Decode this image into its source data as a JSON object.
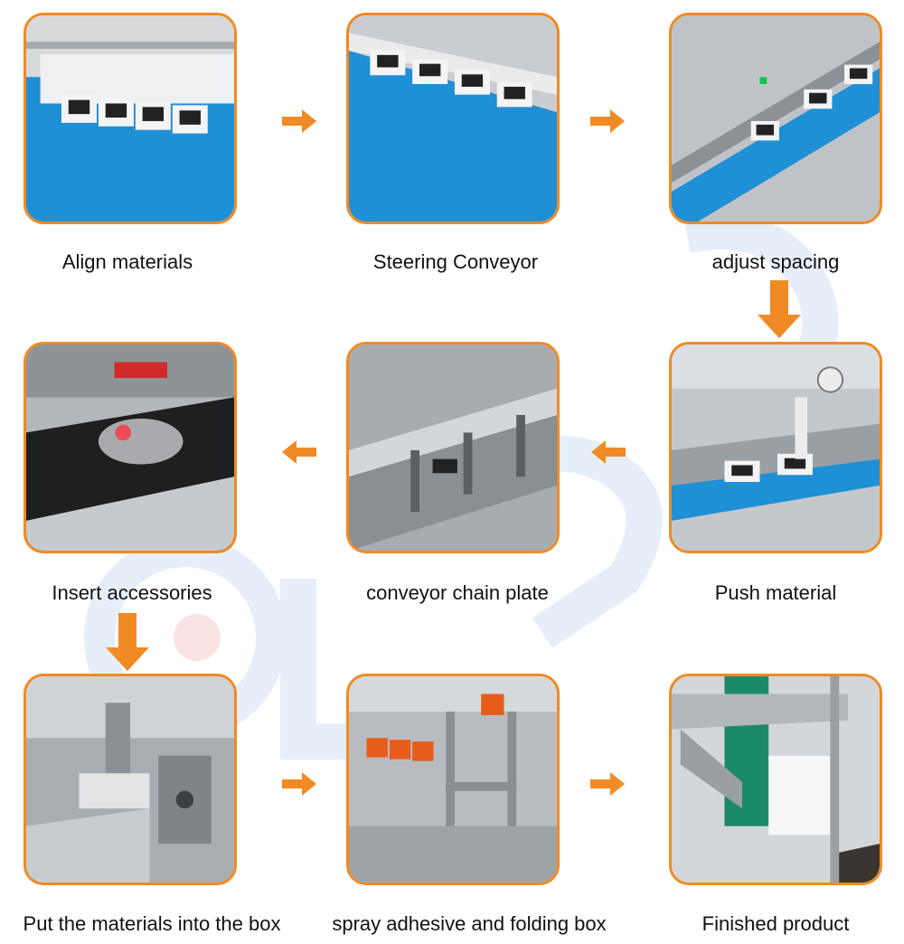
{
  "colors": {
    "accent": "#f08a24",
    "caption_text": "#111111",
    "conveyor_blue": "#1f8fd6",
    "steel": "#b8bcc0",
    "dark_steel": "#5f6468",
    "watermark": "#e6eefa"
  },
  "steps": [
    {
      "caption": "Align materials",
      "photo": "blue conveyor with aligned switch housings"
    },
    {
      "caption": "Steering Conveyor",
      "photo": "blue conveyor turning housings"
    },
    {
      "caption": "adjust spacing",
      "photo": "lug chain spacing housings"
    },
    {
      "caption": "Push material",
      "photo": "pusher arms over conveyor"
    },
    {
      "caption": "conveyor chain plate",
      "photo": "steel bucket chain with product"
    },
    {
      "caption": "Insert accessories",
      "photo": "clear bag insertion with red laser"
    },
    {
      "caption": "Put the materials into the box",
      "photo": "product entering carton"
    },
    {
      "caption": "spray adhesive and folding box",
      "photo": "glue guns with orange heads"
    },
    {
      "caption": "Finished product",
      "photo": "green belt with folded white carton"
    }
  ],
  "arrows": [
    {
      "from": 0,
      "to": 1,
      "direction": "right"
    },
    {
      "from": 1,
      "to": 2,
      "direction": "right"
    },
    {
      "from": 2,
      "to": 3,
      "direction": "down"
    },
    {
      "from": 3,
      "to": 4,
      "direction": "left"
    },
    {
      "from": 4,
      "to": 5,
      "direction": "left"
    },
    {
      "from": 5,
      "to": 6,
      "direction": "down"
    },
    {
      "from": 6,
      "to": 7,
      "direction": "right"
    },
    {
      "from": 7,
      "to": 8,
      "direction": "right"
    }
  ]
}
